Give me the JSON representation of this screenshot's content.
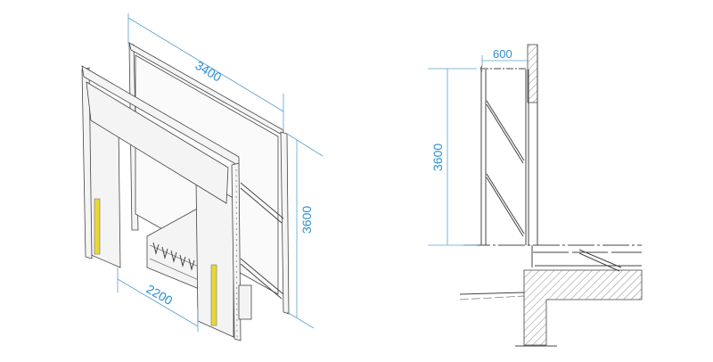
{
  "isometric_view": {
    "width_dimension": "3400",
    "height_dimension": "3600",
    "opening_dimension": "2200"
  },
  "side_view": {
    "depth_dimension": "600",
    "height_dimension": "3600"
  },
  "colors": {
    "dimension": "#2e8fd0",
    "marker_strip": "#e8d833"
  }
}
